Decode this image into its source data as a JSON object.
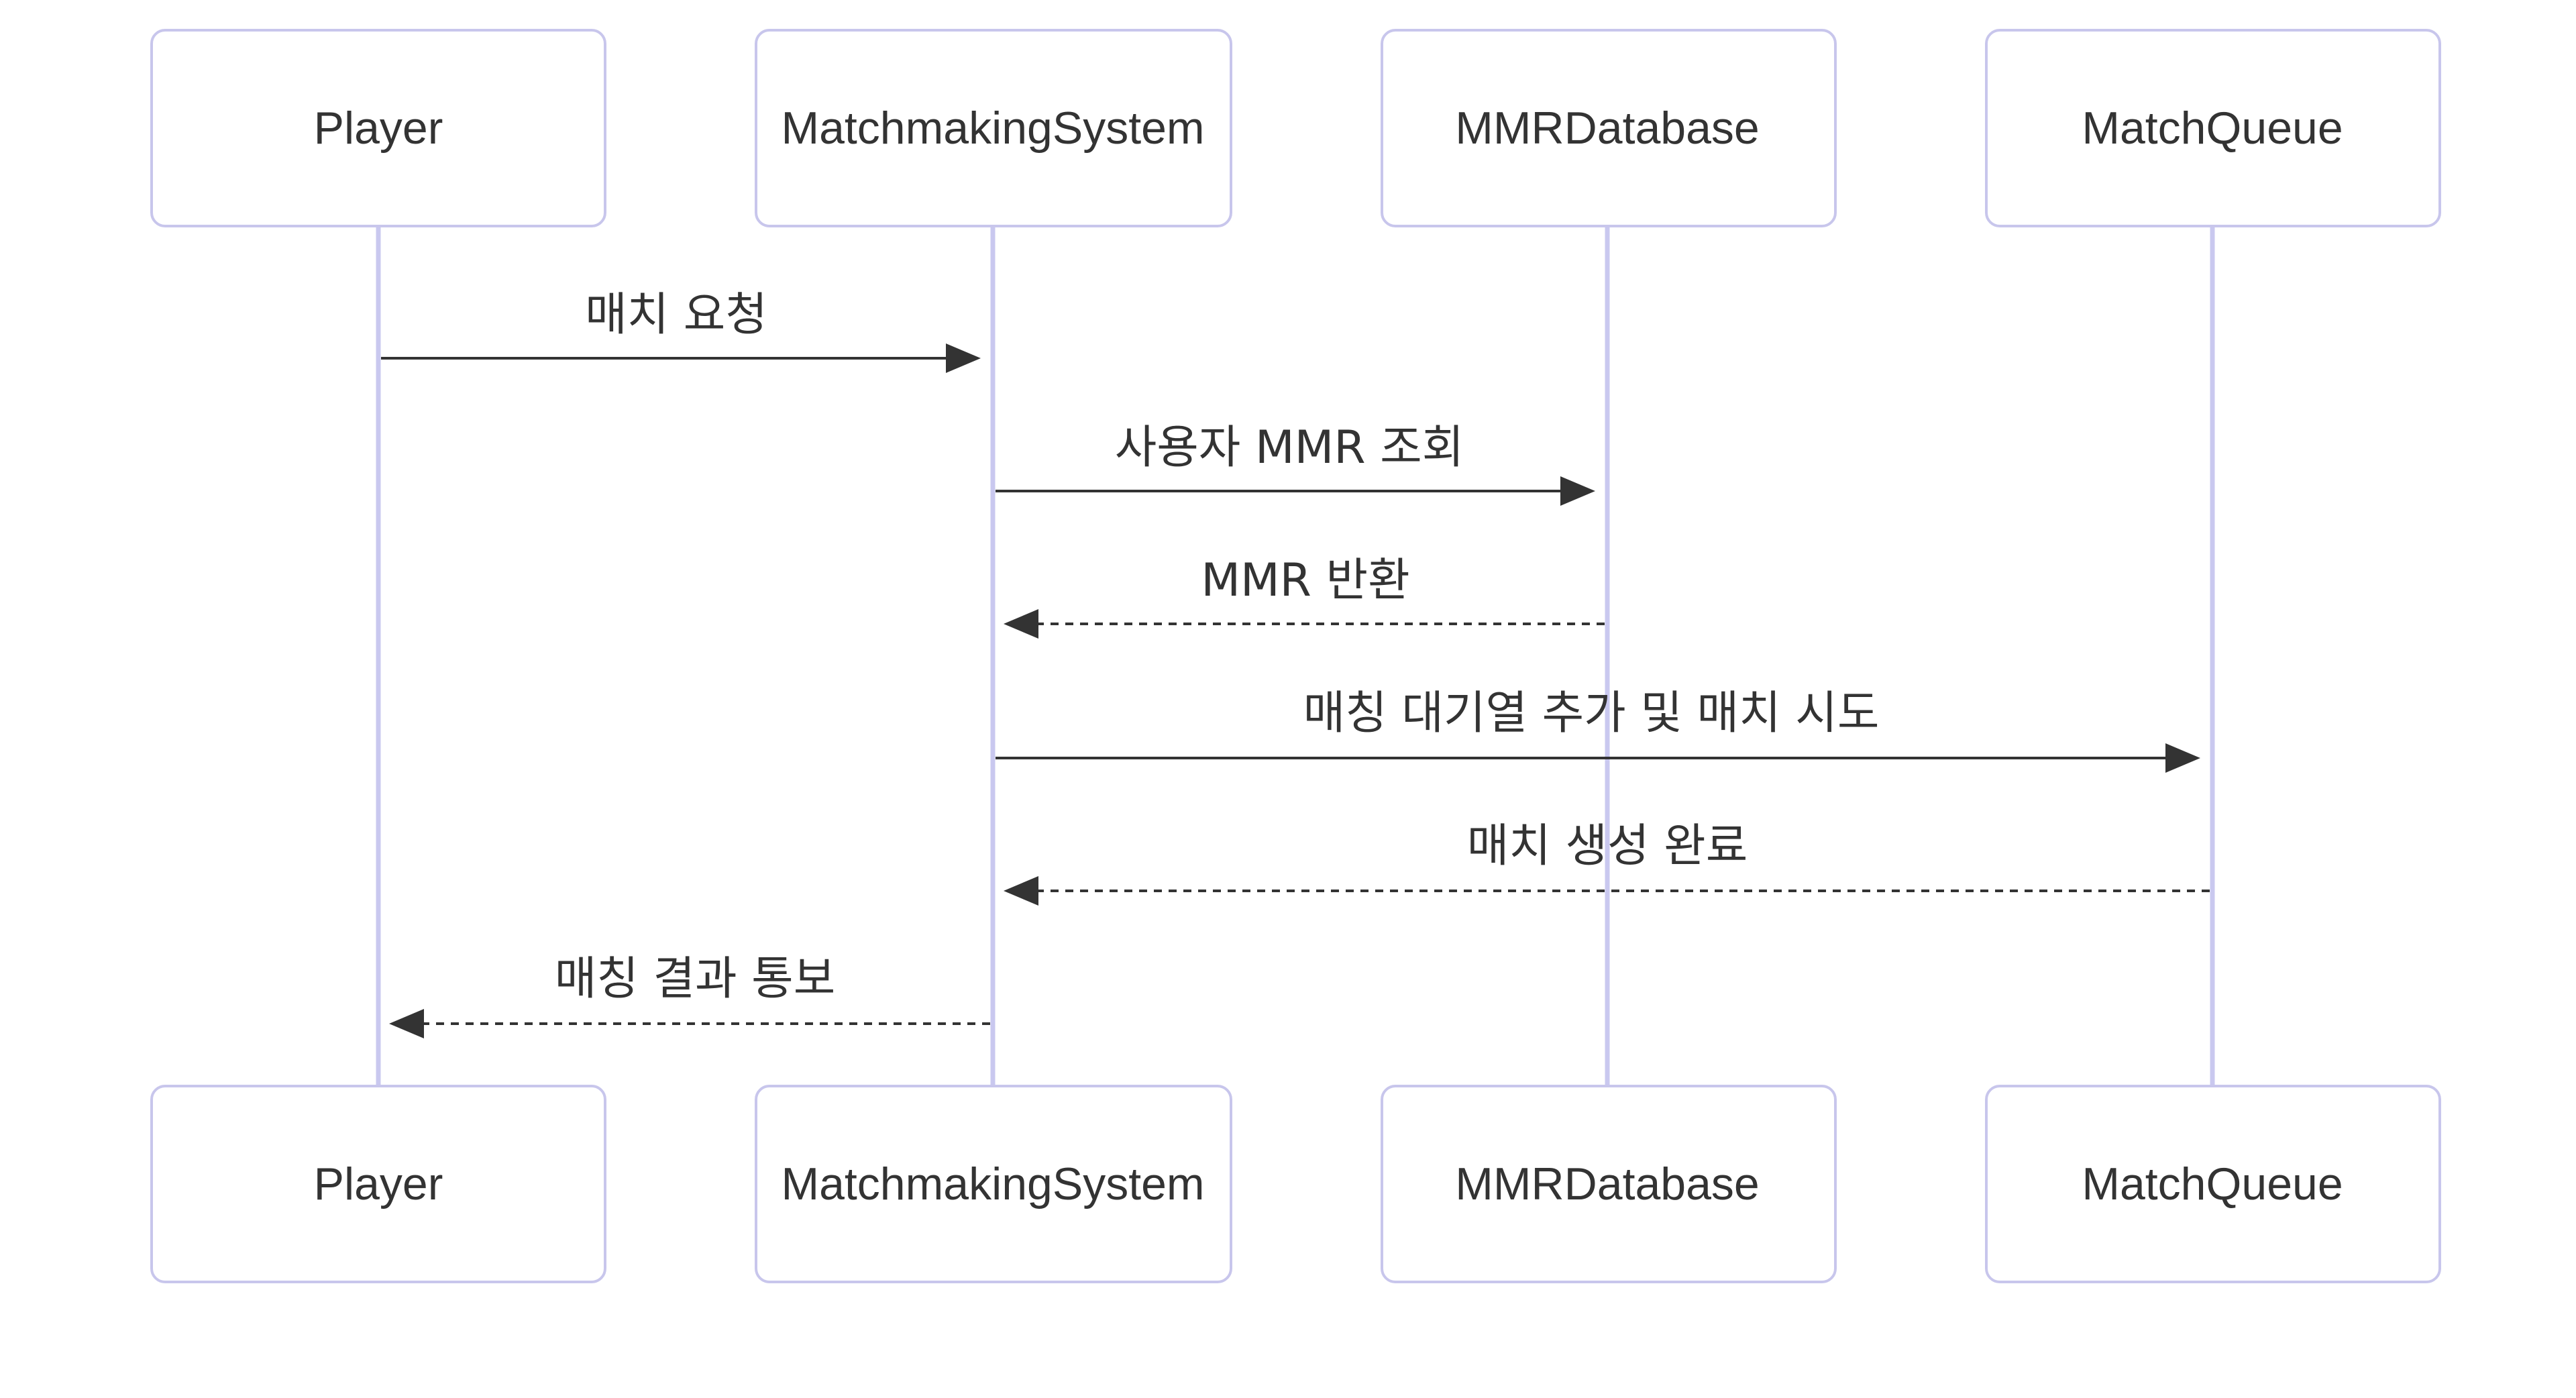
{
  "participants": [
    {
      "id": "player",
      "label": "Player"
    },
    {
      "id": "matchmaking",
      "label": "MatchmakingSystem"
    },
    {
      "id": "mmrdb",
      "label": "MMRDatabase"
    },
    {
      "id": "queue",
      "label": "MatchQueue"
    }
  ],
  "messages": [
    {
      "from": "player",
      "to": "matchmaking",
      "label": "매치 요청",
      "style": "solid"
    },
    {
      "from": "matchmaking",
      "to": "mmrdb",
      "label": "사용자 MMR 조회",
      "style": "solid"
    },
    {
      "from": "mmrdb",
      "to": "matchmaking",
      "label": "MMR 반환",
      "style": "dashed"
    },
    {
      "from": "matchmaking",
      "to": "queue",
      "label": "매칭 대기열 추가 및 매치 시도",
      "style": "solid"
    },
    {
      "from": "queue",
      "to": "matchmaking",
      "label": "매치 생성 완료",
      "style": "dashed"
    },
    {
      "from": "matchmaking",
      "to": "player",
      "label": "매칭 결과 통보",
      "style": "dashed"
    }
  ],
  "colors": {
    "box_border": "#c8c6ec",
    "lifeline": "#c9c8ef",
    "text": "#333333",
    "arrow": "#333333"
  }
}
